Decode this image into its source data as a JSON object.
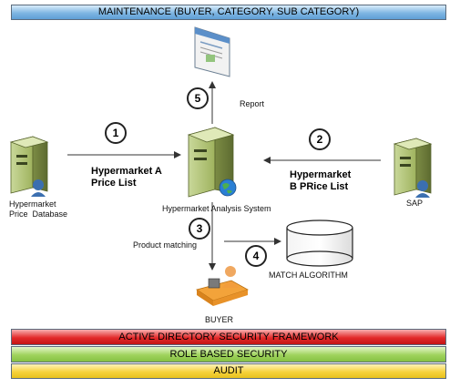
{
  "bands": {
    "maintenance": "MAINTENANCE (BUYER, CATEGORY, SUB CATEGORY)",
    "active_directory": "ACTIVE DIRECTORY SECURITY FRAMEWORK",
    "role_based": "ROLE BASED SECURITY",
    "audit": "AUDIT"
  },
  "nodes": {
    "price_database": "Hypermarket\nPrice  Database",
    "analysis_system": "Hypermarket Analysis System",
    "sap": "SAP",
    "buyer": "BUYER",
    "match_algorithm": "MATCH ALGORITHM",
    "report": "Report"
  },
  "flows": {
    "step1": "1",
    "step1_label": "Hypermarket A\nPrice List",
    "step2": "2",
    "step2_label": "Hypermarket\nB PRice List",
    "step3": "3",
    "step3_label": "Product matching",
    "step4": "4",
    "step5": "5"
  },
  "colors": {
    "maintenance": "#7fb6e2",
    "active_directory": "#e32a2a",
    "role_based": "#9fd35d",
    "audit": "#f6d23d"
  }
}
